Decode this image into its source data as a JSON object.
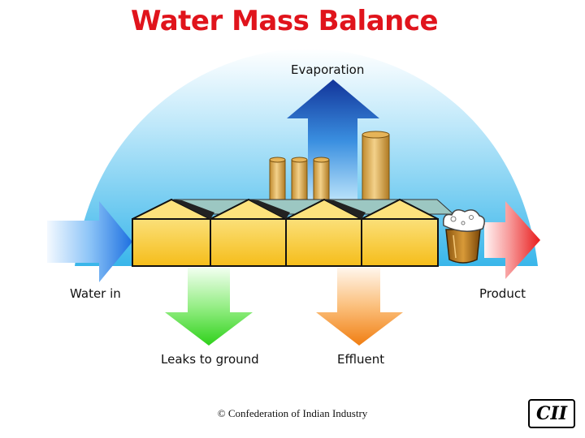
{
  "title": "Water Mass Balance",
  "labels": {
    "evaporation": "Evaporation",
    "water_in": "Water in",
    "product": "Product",
    "leaks": "Leaks to ground",
    "effluent": "Effluent"
  },
  "footer": {
    "copyright": "© Confederation of Indian Industry",
    "logo_text": "CII"
  },
  "colors": {
    "title": "#e0141c",
    "evaporation_arrow": "#1a4fb5",
    "water_in_arrow": "#2a7de8",
    "product_arrow": "#ee2a2a",
    "leaks_arrow": "#3fd627",
    "effluent_arrow": "#f08a1c",
    "dome": "#4fc0ee",
    "factory": "#f6c62a"
  },
  "icons": [
    "factory-icon",
    "chimney-icon",
    "beer-mug-icon",
    "evaporation-arrow-icon",
    "water-in-arrow-icon",
    "product-arrow-icon",
    "leaks-arrow-icon",
    "effluent-arrow-icon",
    "cii-logo"
  ]
}
